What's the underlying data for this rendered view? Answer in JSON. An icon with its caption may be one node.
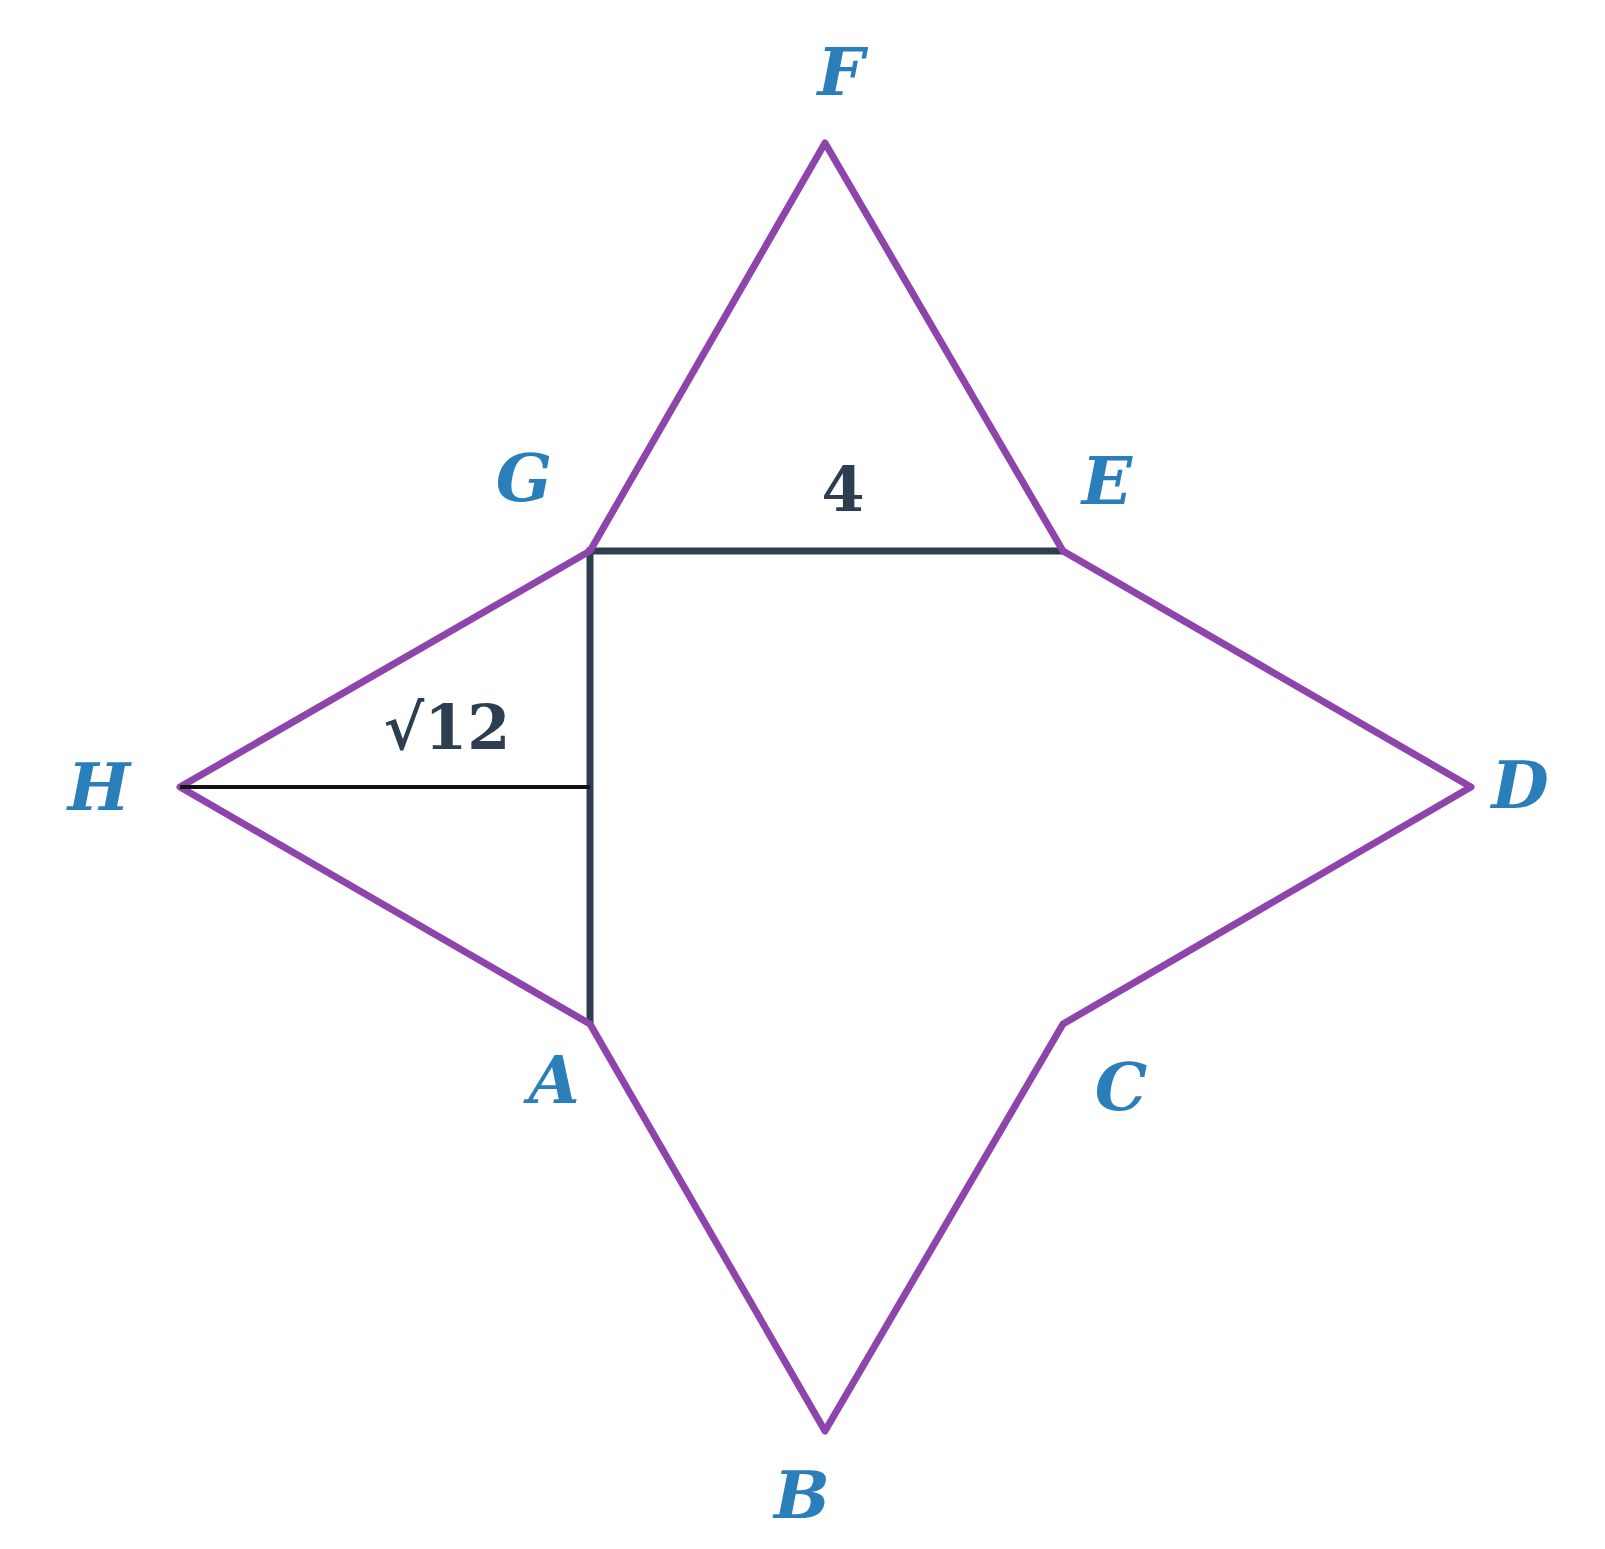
{
  "diagram": {
    "labels": [
      "F",
      "G",
      "4",
      "E",
      "√12",
      "H",
      "D",
      "A",
      "C",
      "B"
    ]
  }
}
